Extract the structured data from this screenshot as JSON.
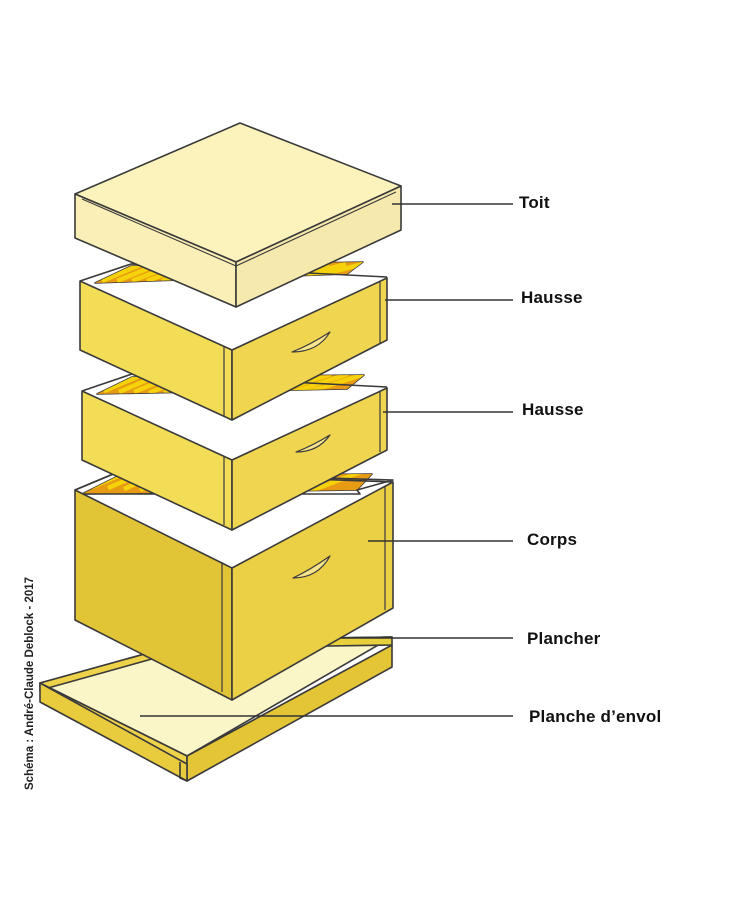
{
  "labels": {
    "toit": "Toit",
    "hausse_1": "Hausse",
    "hausse_2": "Hausse",
    "corps": "Corps",
    "plancher": "Plancher",
    "planche_envol": "Planche d’envol"
  },
  "credit": "Schéma : André-Claude Deblock - 2017",
  "colors": {
    "outline": "#3a3a3a",
    "roof_top": "#fbf2bc",
    "roof_side": "#f8ebb0",
    "box_front": "#f3dd57",
    "box_side": "#ecd24a",
    "corps_front": "#e2c537",
    "frame_bar": "#f6d20a",
    "frame_gap": "#e79a14",
    "floor": "#fbf6c8",
    "floor_rim": "#e8cf3c"
  }
}
